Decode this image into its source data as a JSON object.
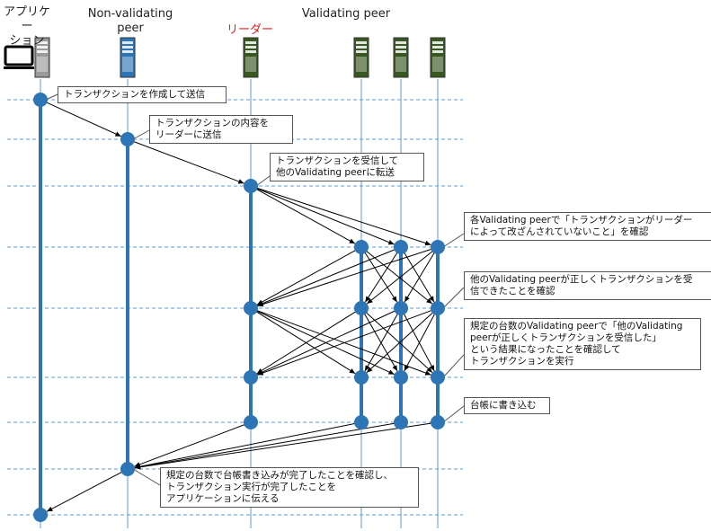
{
  "headers": {
    "app": "アプリケー\nション",
    "nonvalidating": "Non-validating\npeer",
    "leader": "リーダー",
    "validating": "Validating peer"
  },
  "colors": {
    "leader_text": "#e02020",
    "lifeline": "#2e75b6",
    "dashed": "#5b9bd5",
    "server_gray": "#9a9a9a",
    "server_blue": "#2e75b6",
    "server_green": "#385723"
  },
  "icons": [
    "monitor-icon",
    "server-icon"
  ],
  "callouts": {
    "c1": "トランザクションを作成して送信",
    "c2": "トランザクションの内容を\nリーダーに送信",
    "c3": "トランザクションを受信して\n他のValidating peerに転送",
    "c4": "各Validating peerで「トランザクションがリーダー\nによって改ざんされていないこと」を確認",
    "c5": "他のValidating peerが正しくトランザクションを受\n信できたことを確認",
    "c6": "規定の台数のValidating peerで「他のValidating\npeerが正しくトランザクションを受信した」\nという結果になったことを確認して\nトランザクションを実行",
    "c7": "台帳に書き込む",
    "c8": "規定の台数で台帳書き込みが完了したことを確認し、\nトランザクション実行が完了したことを\nアプリケーションに伝える"
  }
}
